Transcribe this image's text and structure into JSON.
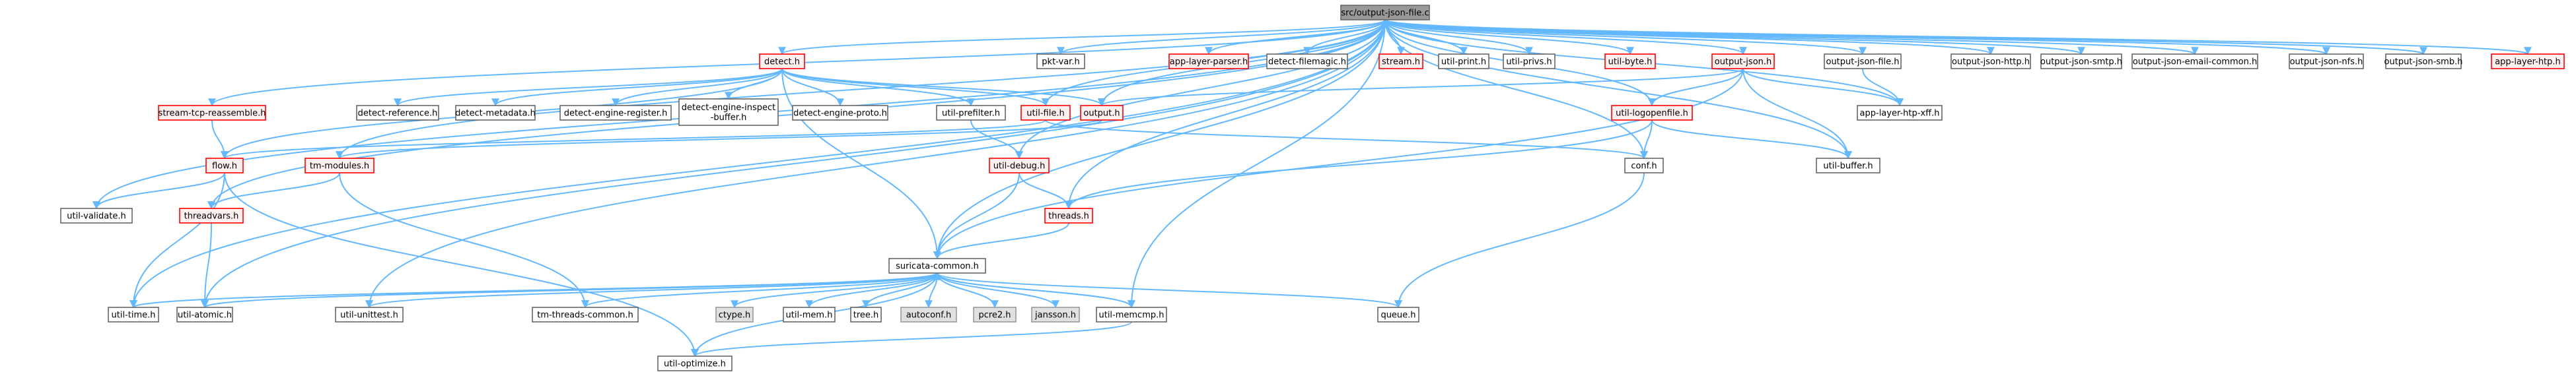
{
  "colors": {
    "edge": "#63b8ff",
    "root_fill": "#999999",
    "normal_stroke": "#666666",
    "normal_fill": "#ffffff",
    "red_stroke": "#ff0000",
    "red_fill": "#fff0f0",
    "gray_fill": "#e0e0e0",
    "gray_stroke": "#999999"
  },
  "nodes": [
    {
      "id": "root",
      "label": "src/output-json-file.c",
      "style": "root"
    },
    {
      "id": "detect",
      "label": "detect.h",
      "style": "red"
    },
    {
      "id": "pktvar",
      "label": "pkt-var.h",
      "style": "normal"
    },
    {
      "id": "alparser",
      "label": "app-layer-parser.h",
      "style": "red"
    },
    {
      "id": "dfilemagic",
      "label": "detect-filemagic.h",
      "style": "normal"
    },
    {
      "id": "stream",
      "label": "stream.h",
      "style": "red"
    },
    {
      "id": "utilprint",
      "label": "util-print.h",
      "style": "normal"
    },
    {
      "id": "utilprivs",
      "label": "util-privs.h",
      "style": "normal"
    },
    {
      "id": "utilbyte",
      "label": "util-byte.h",
      "style": "red"
    },
    {
      "id": "outjson",
      "label": "output-json.h",
      "style": "red"
    },
    {
      "id": "outjsonfile",
      "label": "output-json-file.h",
      "style": "normal"
    },
    {
      "id": "ojhttp",
      "label": "output-json-http.h",
      "style": "normal"
    },
    {
      "id": "ojsmtp",
      "label": "output-json-smtp.h",
      "style": "normal"
    },
    {
      "id": "ojemail",
      "label": "output-json-email-common.h",
      "style": "normal"
    },
    {
      "id": "ojnfs",
      "label": "output-json-nfs.h",
      "style": "normal"
    },
    {
      "id": "ojsmb",
      "label": "output-json-smb.h",
      "style": "normal"
    },
    {
      "id": "alhttp",
      "label": "app-layer-htp.h",
      "style": "red"
    },
    {
      "id": "streamtcp",
      "label": "stream-tcp-reassemble.h",
      "style": "red"
    },
    {
      "id": "dref",
      "label": "detect-reference.h",
      "style": "normal"
    },
    {
      "id": "dmeta",
      "label": "detect-metadata.h",
      "style": "normal"
    },
    {
      "id": "dengreg",
      "label": "detect-engine-register.h",
      "style": "normal"
    },
    {
      "id": "dengins",
      "label": "detect-engine-inspect\n-buffer.h",
      "style": "normal"
    },
    {
      "id": "dengproto",
      "label": "detect-engine-proto.h",
      "style": "normal"
    },
    {
      "id": "utilprefilter",
      "label": "util-prefilter.h",
      "style": "normal"
    },
    {
      "id": "utilfile",
      "label": "util-file.h",
      "style": "red"
    },
    {
      "id": "output",
      "label": "output.h",
      "style": "red"
    },
    {
      "id": "utillogopen",
      "label": "util-logopenfile.h",
      "style": "red"
    },
    {
      "id": "alhtpxff",
      "label": "app-layer-htp-xff.h",
      "style": "normal"
    },
    {
      "id": "flow",
      "label": "flow.h",
      "style": "red"
    },
    {
      "id": "tmmodules",
      "label": "tm-modules.h",
      "style": "red"
    },
    {
      "id": "utildebug",
      "label": "util-debug.h",
      "style": "red"
    },
    {
      "id": "conf",
      "label": "conf.h",
      "style": "normal"
    },
    {
      "id": "utilbuffer",
      "label": "util-buffer.h",
      "style": "normal"
    },
    {
      "id": "utilvalidate",
      "label": "util-validate.h",
      "style": "normal"
    },
    {
      "id": "threadvars",
      "label": "threadvars.h",
      "style": "red"
    },
    {
      "id": "threads",
      "label": "threads.h",
      "style": "red"
    },
    {
      "id": "suricata",
      "label": "suricata-common.h",
      "style": "normal"
    },
    {
      "id": "utiltime",
      "label": "util-time.h",
      "style": "normal"
    },
    {
      "id": "utilatomic",
      "label": "util-atomic.h",
      "style": "normal"
    },
    {
      "id": "utilunittest",
      "label": "util-unittest.h",
      "style": "normal"
    },
    {
      "id": "tmthreads",
      "label": "tm-threads-common.h",
      "style": "normal"
    },
    {
      "id": "ctype",
      "label": "ctype.h",
      "style": "gray"
    },
    {
      "id": "utilmem",
      "label": "util-mem.h",
      "style": "normal"
    },
    {
      "id": "tree",
      "label": "tree.h",
      "style": "normal"
    },
    {
      "id": "autoconf",
      "label": "autoconf.h",
      "style": "gray"
    },
    {
      "id": "pcre2",
      "label": "pcre2.h",
      "style": "gray"
    },
    {
      "id": "jansson",
      "label": "jansson.h",
      "style": "gray"
    },
    {
      "id": "utilmemcmp",
      "label": "util-memcmp.h",
      "style": "normal"
    },
    {
      "id": "queue",
      "label": "queue.h",
      "style": "normal"
    },
    {
      "id": "utiloptimize",
      "label": "util-optimize.h",
      "style": "normal"
    }
  ],
  "edges": [
    [
      "root",
      "detect"
    ],
    [
      "root",
      "pktvar"
    ],
    [
      "root",
      "alparser"
    ],
    [
      "root",
      "dfilemagic"
    ],
    [
      "root",
      "stream"
    ],
    [
      "root",
      "utilprint"
    ],
    [
      "root",
      "utilprivs"
    ],
    [
      "root",
      "utilbyte"
    ],
    [
      "root",
      "outjson"
    ],
    [
      "root",
      "outjsonfile"
    ],
    [
      "root",
      "ojhttp"
    ],
    [
      "root",
      "ojsmtp"
    ],
    [
      "root",
      "ojemail"
    ],
    [
      "root",
      "ojnfs"
    ],
    [
      "root",
      "ojsmb"
    ],
    [
      "root",
      "alhttp"
    ],
    [
      "root",
      "streamtcp"
    ],
    [
      "root",
      "tmmodules"
    ],
    [
      "root",
      "utilfile"
    ],
    [
      "root",
      "output"
    ],
    [
      "root",
      "utillogopen"
    ],
    [
      "root",
      "utildebug"
    ],
    [
      "root",
      "conf"
    ],
    [
      "root",
      "utilbuffer"
    ],
    [
      "root",
      "utilvalidate"
    ],
    [
      "root",
      "threadvars"
    ],
    [
      "root",
      "threads"
    ],
    [
      "root",
      "suricata"
    ],
    [
      "root",
      "utiltime"
    ],
    [
      "root",
      "utilatomic"
    ],
    [
      "root",
      "utilunittest"
    ],
    [
      "root",
      "utilmemcmp"
    ],
    [
      "root",
      "alhtpxff"
    ],
    [
      "detect",
      "dref"
    ],
    [
      "detect",
      "dmeta"
    ],
    [
      "detect",
      "dengreg"
    ],
    [
      "detect",
      "dengins"
    ],
    [
      "detect",
      "dengproto"
    ],
    [
      "detect",
      "utilprefilter"
    ],
    [
      "detect",
      "utilfile"
    ],
    [
      "detect",
      "output"
    ],
    [
      "detect",
      "flow"
    ],
    [
      "detect",
      "suricata"
    ],
    [
      "utilprefilter",
      "utildebug"
    ],
    [
      "utilfile",
      "conf"
    ],
    [
      "utilfile",
      "flow"
    ],
    [
      "output",
      "tmmodules"
    ],
    [
      "outjson",
      "output"
    ],
    [
      "outjson",
      "utillogopen"
    ],
    [
      "outjson",
      "utilbuffer"
    ],
    [
      "outjson",
      "alhtpxff"
    ],
    [
      "outjson",
      "suricata"
    ],
    [
      "outjsonfile",
      "alhtpxff"
    ],
    [
      "utillogopen",
      "conf"
    ],
    [
      "utillogopen",
      "utilbuffer"
    ],
    [
      "utillogopen",
      "threads"
    ],
    [
      "streamtcp",
      "flow"
    ],
    [
      "flow",
      "utilvalidate"
    ],
    [
      "flow",
      "utiltime"
    ],
    [
      "flow",
      "utiloptimize"
    ],
    [
      "tmmodules",
      "threadvars"
    ],
    [
      "tmmodules",
      "tmthreads"
    ],
    [
      "utildebug",
      "threads"
    ],
    [
      "utildebug",
      "suricata"
    ],
    [
      "conf",
      "queue"
    ],
    [
      "threadvars",
      "utilatomic"
    ],
    [
      "threads",
      "suricata"
    ],
    [
      "suricata",
      "utiltime"
    ],
    [
      "suricata",
      "utilatomic"
    ],
    [
      "suricata",
      "utilunittest"
    ],
    [
      "suricata",
      "tmthreads"
    ],
    [
      "suricata",
      "ctype"
    ],
    [
      "suricata",
      "utilmem"
    ],
    [
      "suricata",
      "tree"
    ],
    [
      "suricata",
      "autoconf"
    ],
    [
      "suricata",
      "pcre2"
    ],
    [
      "suricata",
      "jansson"
    ],
    [
      "suricata",
      "utilmemcmp"
    ],
    [
      "suricata",
      "queue"
    ],
    [
      "suricata",
      "utiloptimize"
    ],
    [
      "utilmemcmp",
      "utiloptimize"
    ],
    [
      "utilmemcmp",
      "suricata"
    ]
  ]
}
